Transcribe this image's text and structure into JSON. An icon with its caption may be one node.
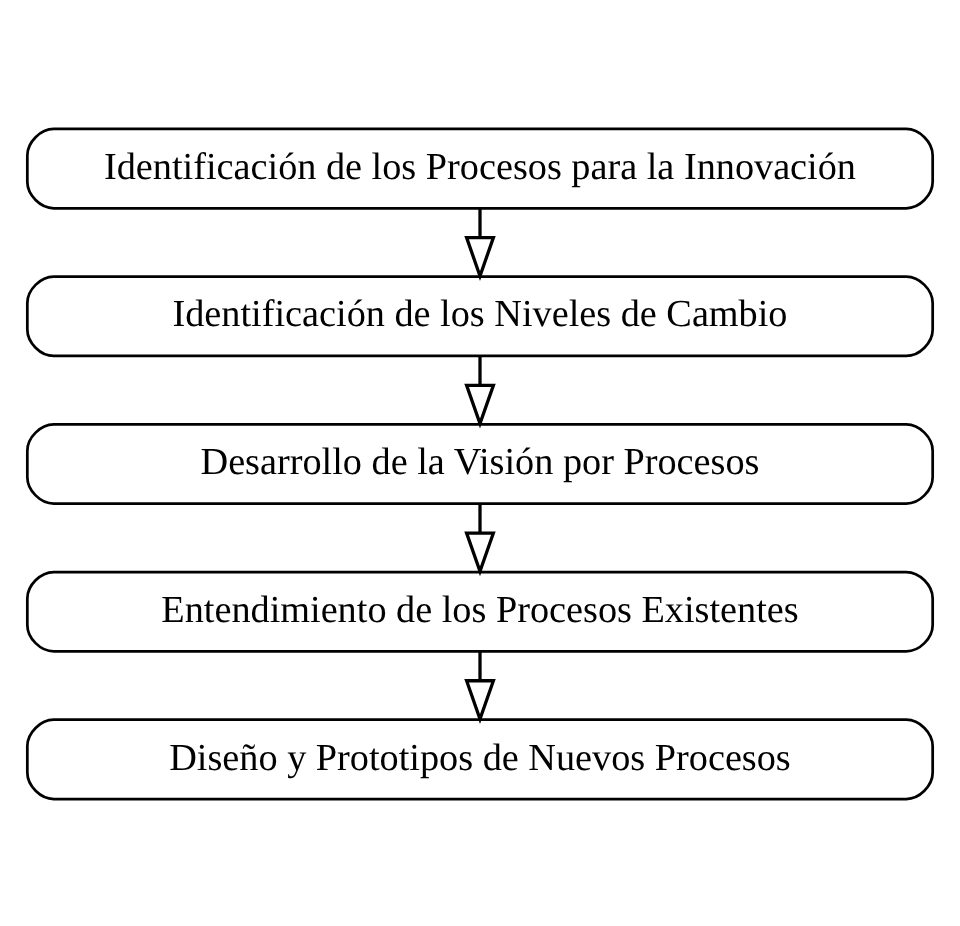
{
  "diagram": {
    "nodes": [
      {
        "text": [
          "Identificación de los Procesos para la Innovación"
        ]
      },
      {
        "text": [
          "Identificación de los Niveles de Cambio"
        ]
      },
      {
        "text": [
          "Desarrollo de la Visión por Procesos"
        ]
      },
      {
        "text": [
          "Entendimiento de los Procesos Existentes"
        ]
      },
      {
        "text": [
          "Diseño y Prototipos de Nuevos Procesos"
        ]
      }
    ],
    "edges": [
      {
        "from": 0,
        "to": 1,
        "arrow": "to"
      },
      {
        "from": 1,
        "to": 2,
        "arrow": "to"
      },
      {
        "from": 2,
        "to": 3,
        "arrow": "to"
      },
      {
        "from": 3,
        "to": 4,
        "arrow": "to"
      }
    ]
  }
}
